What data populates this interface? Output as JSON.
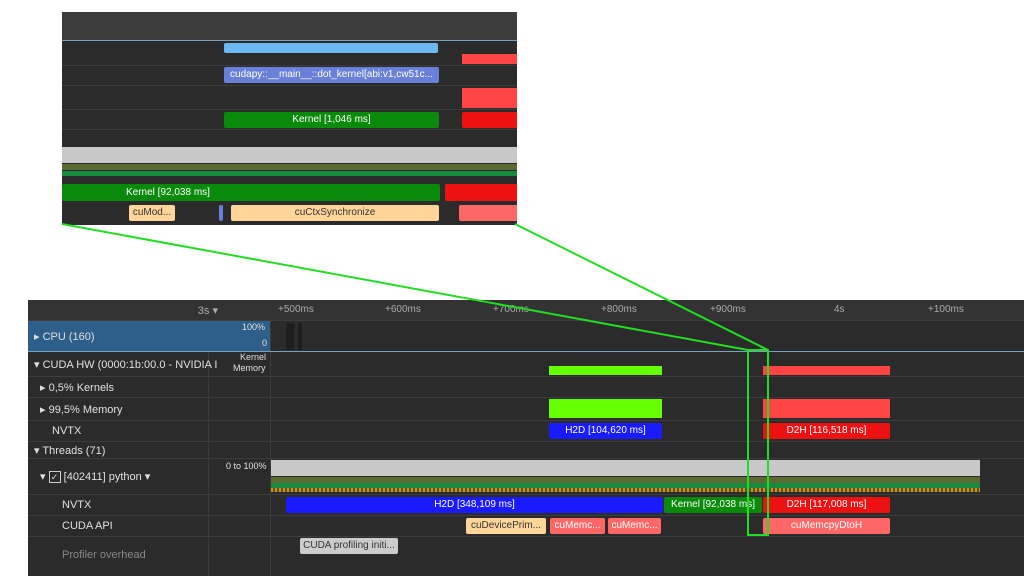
{
  "ruler": {
    "zoom": "3s",
    "ticks": [
      "+500ms",
      "+600ms",
      "+700ms",
      "+800ms",
      "+900ms",
      "4s",
      "+100ms"
    ]
  },
  "rows": {
    "cpu": {
      "label": "CPU (160)",
      "scale_top": "100%",
      "scale_bottom": "0"
    },
    "cuda_hw": {
      "label": "CUDA HW (0000:1b:00.0 - NVIDIA I",
      "legend1": "Kernel",
      "legend2": "Memory"
    },
    "kernels": {
      "label": "0,5% Kernels"
    },
    "memory": {
      "label": "99,5% Memory"
    },
    "nvtx": {
      "label": "NVTX",
      "bars": [
        "H2D [104,620 ms]",
        "D2H [116,518 ms]"
      ]
    },
    "threads": {
      "label": "Threads (71)"
    },
    "python": {
      "label": "[402411] python",
      "scale": "0 to 100%",
      "checked": true
    },
    "thread_nvtx": {
      "label": "NVTX",
      "bars": [
        "H2D [348,109 ms]",
        "Kernel [92,038 ms]",
        "D2H [117,008 ms]"
      ]
    },
    "cuda_api": {
      "label": "CUDA API",
      "bars": [
        "cuDevicePrim...",
        "cuMemc...",
        "cuMemc...",
        "cuMemcpyDtoH"
      ]
    },
    "profiler": {
      "label": "Profiler overhead",
      "bars": [
        "CUDA profiling initi..."
      ]
    }
  },
  "inset": {
    "kernel_name": "cudapy::__main__::dot_kernel[abi:v1,cw51c...",
    "kernel_nvtx": "Kernel [1,046 ms]",
    "thread_kernel": "Kernel [92,038 ms]",
    "api": [
      "cuMod...",
      "cuCtxSynchronize"
    ]
  },
  "colors": {
    "highlight": "#22dd22",
    "cpu_row": "#2e5f8a",
    "green": "#66ff00",
    "red": "#ff4444",
    "blue": "#1a1aff"
  }
}
